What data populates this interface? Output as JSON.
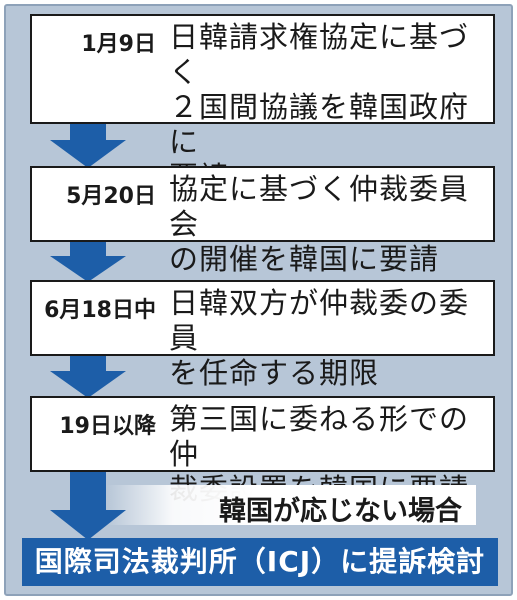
{
  "steps": [
    {
      "date": "1月9日",
      "lines": [
        "日韓請求権協定に基づく",
        "２国間協議を韓国政府に",
        "要請"
      ]
    },
    {
      "date": "5月20日",
      "lines": [
        "協定に基づく仲裁委員会",
        "の開催を韓国に要請"
      ]
    },
    {
      "date": "6月18日中",
      "lines": [
        "日韓双方が仲裁委の委員",
        "を任命する期限"
      ]
    },
    {
      "date": "19日以降",
      "lines": [
        "第三国に委ねる形での仲",
        "裁委設置を韓国に要請"
      ]
    }
  ],
  "condition": "韓国が応じない場合",
  "final": "国際司法裁判所（ICJ）に提訴検討",
  "colors": {
    "background": "#b7c6d7",
    "arrow": "#1d5ea8",
    "final_box": "#1d5ea8"
  }
}
